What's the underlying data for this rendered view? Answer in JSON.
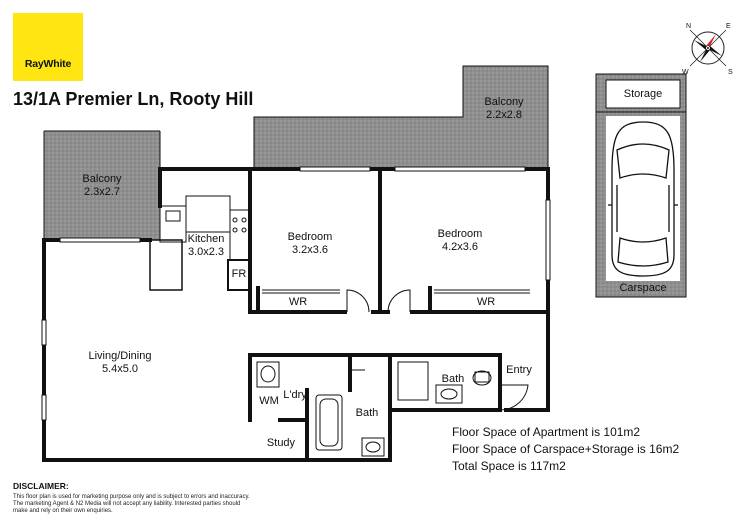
{
  "brand": {
    "logo_text": "RayWhite",
    "logo_color": "#ffe512"
  },
  "address": "13/1A Premier Ln, Rooty Hill",
  "rooms": {
    "balcony_left": {
      "name": "Balcony",
      "size": "2.3x2.7"
    },
    "balcony_top": {
      "name": "Balcony",
      "size": "2.2x2.8"
    },
    "kitchen": {
      "name": "Kitchen",
      "size": "3.0x2.3"
    },
    "fridge": "FR",
    "bedroom_1": {
      "name": "Bedroom",
      "size": "3.2x3.6"
    },
    "bedroom_2": {
      "name": "Bedroom",
      "size": "4.2x3.6"
    },
    "wr_1": "WR",
    "wr_2": "WR",
    "living": {
      "name": "Living/Dining",
      "size": "5.4x5.0"
    },
    "laundry": "L'dry",
    "wm": "WM",
    "bath_1": "Bath",
    "bath_2": "Bath",
    "entry": "Entry",
    "study": "Study",
    "storage": "Storage",
    "carspace": "Carspace"
  },
  "areas": {
    "apartment": "Floor Space of Apartment is 101m2",
    "carspace_storage": "Floor Space of Carspace+Storage is 16m2",
    "total": "Total Space is 117m2"
  },
  "compass": {
    "n": "N",
    "e": "E",
    "s": "S",
    "w": "W"
  },
  "disclaimer": {
    "title": "DISCLAIMER:",
    "text": "This floor plan is used for marketing purpose only and is subject to errors and inaccuracy. The marketing Agent & N2 Media will not accept any liability. Interested parties should make and rely on their own enquiries."
  }
}
